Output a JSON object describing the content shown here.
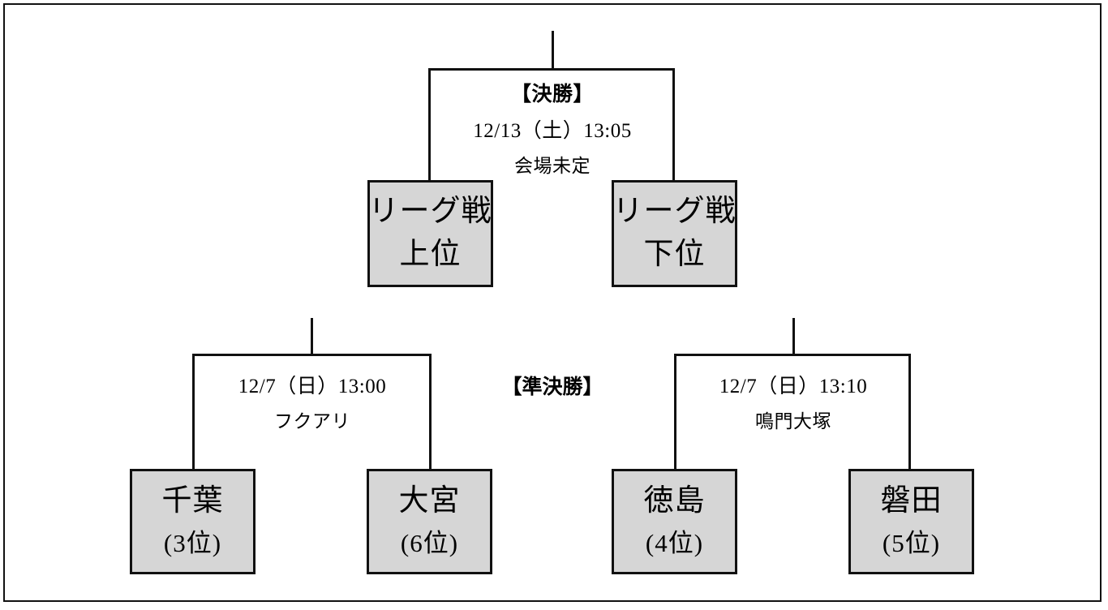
{
  "diagram": {
    "type": "tournament-bracket",
    "final": {
      "round_title": "【決勝】",
      "datetime": "12/13（土）13:05",
      "venue": "会場未定",
      "slots": [
        {
          "line1": "リーグ戦",
          "line2": "上位"
        },
        {
          "line1": "リーグ戦",
          "line2": "下位"
        }
      ]
    },
    "semifinal_label": "【準決勝】",
    "semifinals": [
      {
        "datetime": "12/7（日）13:00",
        "venue": "フクアリ",
        "teams": [
          {
            "name": "千葉",
            "rank": "(3位)"
          },
          {
            "name": "大宮",
            "rank": "(6位)"
          }
        ]
      },
      {
        "datetime": "12/7（日）13:10",
        "venue": "鳴門大塚",
        "teams": [
          {
            "name": "徳島",
            "rank": "(4位)"
          },
          {
            "name": "磐田",
            "rank": "(5位)"
          }
        ]
      }
    ],
    "colors": {
      "box_fill": "#d6d6d6",
      "line": "#111111",
      "background": "#ffffff"
    }
  }
}
